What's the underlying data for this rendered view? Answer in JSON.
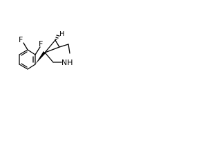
{
  "molecule": {
    "atoms": {
      "f1": "F",
      "f2": "F",
      "n": "NH",
      "h": "H"
    }
  }
}
